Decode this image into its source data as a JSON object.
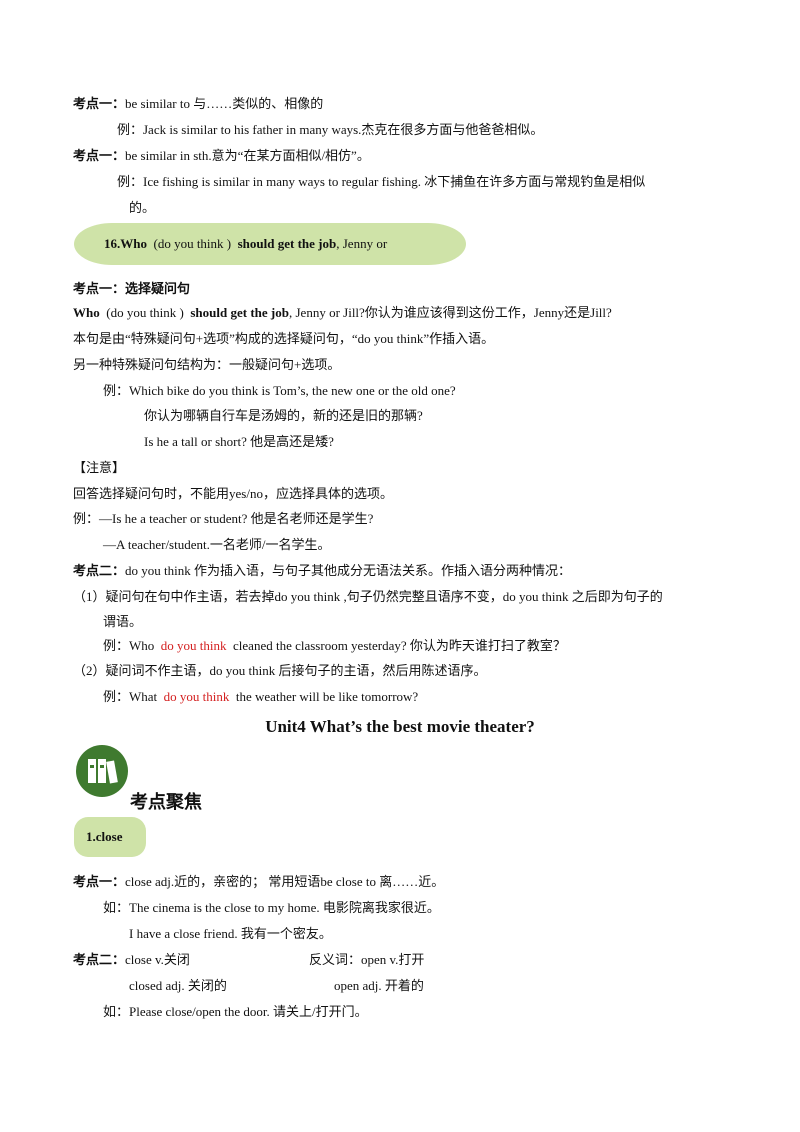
{
  "block1": {
    "l1_tag": "考点一：",
    "l1_text": "be  similar  to  与……类似的、相像的",
    "l2": "例：Jack  is  similar  to  his  father  in  many  ways.杰克在很多方面与他爸爸相似。",
    "l3_tag": "考点一：",
    "l3_text": "be  similar  in  sth.意为“在某方面相似/相仿”。",
    "l4": "例：Ice  fishing  is  similar  in  many  ways  to  regular  fishing.  冰下捕鱼在许多方面与常规钓鱼是相似",
    "l5": "的。"
  },
  "pill16": {
    "num": "16.Who",
    "mid": "(do you think )",
    "bold": "should get the job",
    "tail": ", Jenny or"
  },
  "block2": {
    "head": "考点一：选择疑问句",
    "who": "Who",
    "dyt": "(do you think )",
    "sgj": "should get the job",
    "rest": ", Jenny or Jill?你认为谁应该得到这份工作，Jenny还是Jill?",
    "l3": "本句是由“特殊疑问句+选项”构成的选择疑问句，“do you think”作插入语。",
    "l4": "另一种特殊疑问句结构为：一般疑问句+选项。",
    "l5": "例：Which bike do you think is Tom’s, the new one or the old one?",
    "l6": "你认为哪辆自行车是汤姆的，新的还是旧的那辆?",
    "l7": "Is  he  a  tall  or  short?  他是高还是矮?",
    "l8": "【注意】",
    "l9": "回答选择疑问句时，不能用yes/no，应选择具体的选项。",
    "l10": "例：—Is  he  a  teacher  or  student?  他是名老师还是学生?",
    "l11": "—A  teacher/student.一名老师/一名学生。",
    "l12_tag": "考点二：",
    "l12_text": "do you think  作为插入语，与句子其他成分无语法关系。作插入语分两种情况：",
    "l13": "（1）疑问句在句中作主语，若去掉do you think ,句子仍然完整且语序不变，do you think  之后即为句子的",
    "l14": "谓语。",
    "l15_a": "例：Who",
    "l15_red": "do you think",
    "l15_b": "cleaned the classroom yesterday?     你认为昨天谁打扫了教室？",
    "l16": "（2）疑问词不作主语，do you think  后接句子的主语，然后用陈述语序。",
    "l17_a": "例：What",
    "l17_red": "do you think",
    "l17_b": "the weather will be like tomorrow?"
  },
  "unit_title": "Unit4 What’s the best movie theater?",
  "section_title": "考点聚焦",
  "pill_close": "1.close",
  "block3": {
    "l1_tag": "考点一：",
    "l1_text": "close     adj.近的，亲密的；   常用短语be close to 离……近。",
    "l2": "如：The cinema is the close  to my home.  电影院离我家很近。",
    "l3": "I have a close friend.  我有一个密友。",
    "l4_tag": "考点二：",
    "l4_a": "close     v.关闭",
    "l4_b": "反义词：open      v.打开",
    "l5_a": "closed     adj.  关闭的",
    "l5_b": "open     adj.  开着的",
    "l6": "如：Please close/open the door.      请关上/打开门。"
  }
}
